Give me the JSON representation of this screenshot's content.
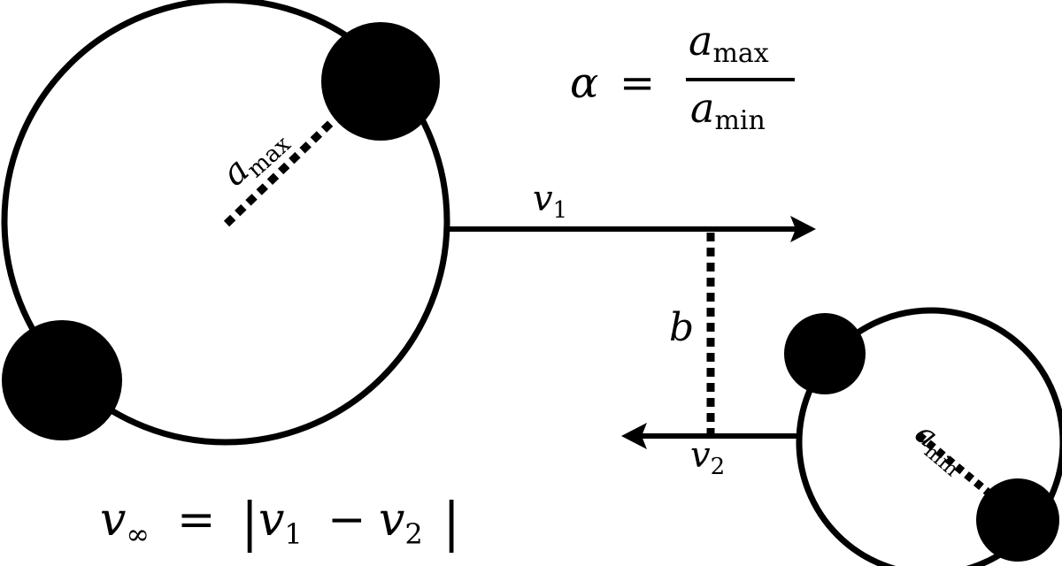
{
  "labels": {
    "a_max_var": "a",
    "a_max_sub": "max",
    "a_min_var": "a",
    "a_min_sub": "min",
    "v1_var": "v",
    "v1_sub": "1",
    "v2_var": "v",
    "v2_sub": "2",
    "b": "b"
  },
  "formula_alpha": {
    "lhs": "α",
    "eq": "=",
    "num_var": "a",
    "num_sub": "max",
    "den_var": "a",
    "den_sub": "min"
  },
  "formula_vinf": {
    "lhs_var": "v",
    "lhs_sub": "∞",
    "eq": "=",
    "bar_open": "|",
    "t1_var": "v",
    "t1_sub": "1",
    "minus": "−",
    "t2_var": "v",
    "t2_sub": "2",
    "bar_close": "|"
  },
  "colors": {
    "ink": "#000000",
    "background": "#ffffff"
  }
}
